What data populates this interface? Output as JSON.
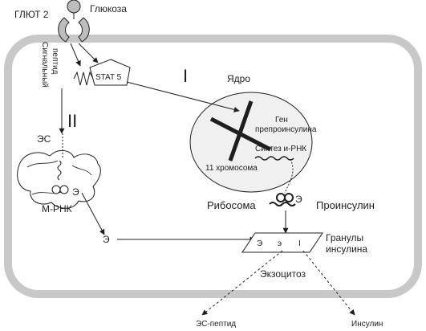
{
  "labels": {
    "glut2": "ГЛЮТ 2",
    "glucose": "Глюкоза",
    "signal_peptide_line1": "Сигнальный",
    "signal_peptide_line2": "пептид",
    "stat5": "STAT 5",
    "roman_one": "I",
    "roman_two": "II",
    "nucleus": "Ядро",
    "gene_line1": "Ген",
    "gene_line2": "препроинсулина",
    "mrna_synthesis": "Синтез и-РНК",
    "chromosome": "11 хромосома",
    "es": "ЭС",
    "m_rna": "М-РНК",
    "ribosome": "Рибосома",
    "proinsulin": "Проинсулин",
    "granules_line1": "Гранулы",
    "granules_line2": "инсулина",
    "exocytosis": "Экзоцитоз",
    "c_peptide": "ЭС-пептид",
    "insulin": "Инсулин"
  },
  "colors": {
    "stroke": "#1e1e1e",
    "cell_wall": "#c8c8c8",
    "receptor_head": "#bdbdbd",
    "nucleus_fill": "#f0f0f0",
    "background": "#ffffff"
  },
  "icons": {
    "receptor": "glut2-receptor-icon",
    "ribosome": "ribosome-icon",
    "signal_peptide": "zigzag-peptide-icon",
    "chromosome_cross": "chromosome-x-icon"
  }
}
